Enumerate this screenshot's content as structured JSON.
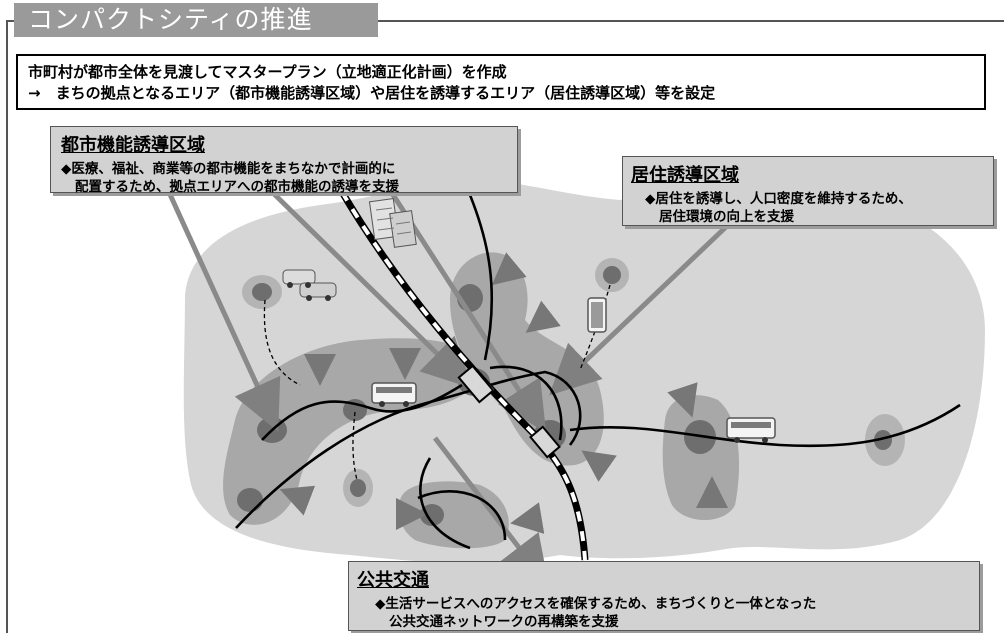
{
  "title": "コンパクトシティの推進",
  "intro": {
    "line1": "市町村が都市全体を見渡してマスタープラン（立地適正化計画）を作成",
    "line2": "→　まちの拠点となるエリア（都市機能誘導区域）や居住を誘導するエリア（居住誘導区域）等を設定"
  },
  "boxes": {
    "urban": {
      "heading": "都市機能誘導区域",
      "line1": "◆医療、福祉、商業等の都市機能をまちなかで計画的に",
      "line2": "配置するため、拠点エリアへの都市機能の誘導を支援"
    },
    "residential": {
      "heading": "居住誘導区域",
      "line1": "◆居住を誘導し、人口密度を維持するため、",
      "line2": "居住環境の向上を支援"
    },
    "transit": {
      "heading": "公共交通",
      "line1": "◆生活サービスへのアクセスを確保するため、まちづくりと一体となった",
      "line2": "公共交通ネットワークの再構築を支援"
    }
  },
  "colors": {
    "outer_area": "#d4d4d4",
    "residential_area": "#a9a9a9",
    "hub": "#6e6e6e",
    "label_box": "#d2d2d2"
  },
  "icons": [
    "railway-icon",
    "station-icon",
    "bus-icon",
    "car-icon",
    "building-icon"
  ]
}
